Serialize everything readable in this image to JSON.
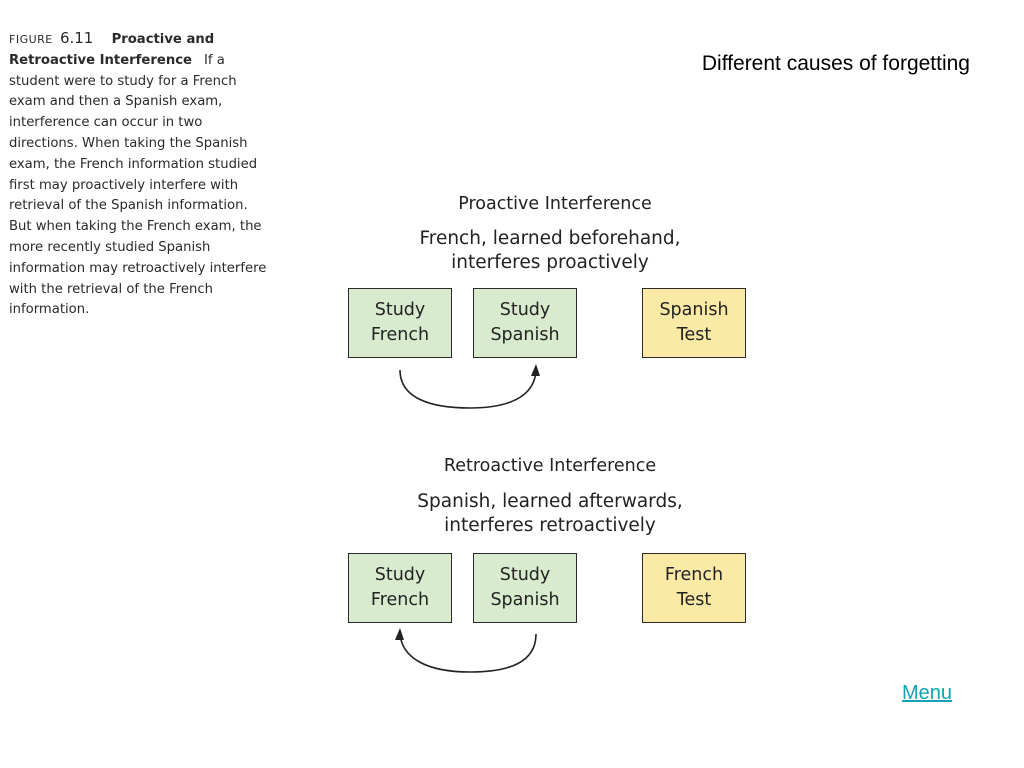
{
  "caption": {
    "label": "FIGURE",
    "number": "6.11",
    "title_line1": "Proactive and",
    "title_line2": "Retroactive Interference",
    "lines": [
      "student were to study for a French",
      "exam and then a Spanish exam,",
      "interference can occur in two",
      "directions. When taking the Spanish",
      "exam, the French information studied",
      "first may proactively interfere with",
      "retrieval of the Spanish information.",
      "But when taking the French exam, the",
      "more recently studied Spanish",
      "information may retroactively interfere",
      "with the retrieval of the French",
      "information."
    ],
    "line2_tail": "If a"
  },
  "slide_title": "Different causes of forgetting",
  "proactive": {
    "title": "Proactive Interference",
    "sub_line1": "French, learned beforehand,",
    "sub_line2": "interferes proactively",
    "box1": "Study\nFrench",
    "box2": "Study\nSpanish",
    "box3": "Spanish\nTest"
  },
  "retroactive": {
    "title": "Retroactive Interference",
    "sub_line1": "Spanish, learned afterwards,",
    "sub_line2": "interferes retroactively",
    "box1": "Study\nFrench",
    "box2": "Study\nSpanish",
    "box3": "French\nTest"
  },
  "colors": {
    "study_box": "#d9ebcf",
    "test_box": "#fbe9a6",
    "menu_link": "#12a4b4"
  },
  "menu_label": "Menu"
}
